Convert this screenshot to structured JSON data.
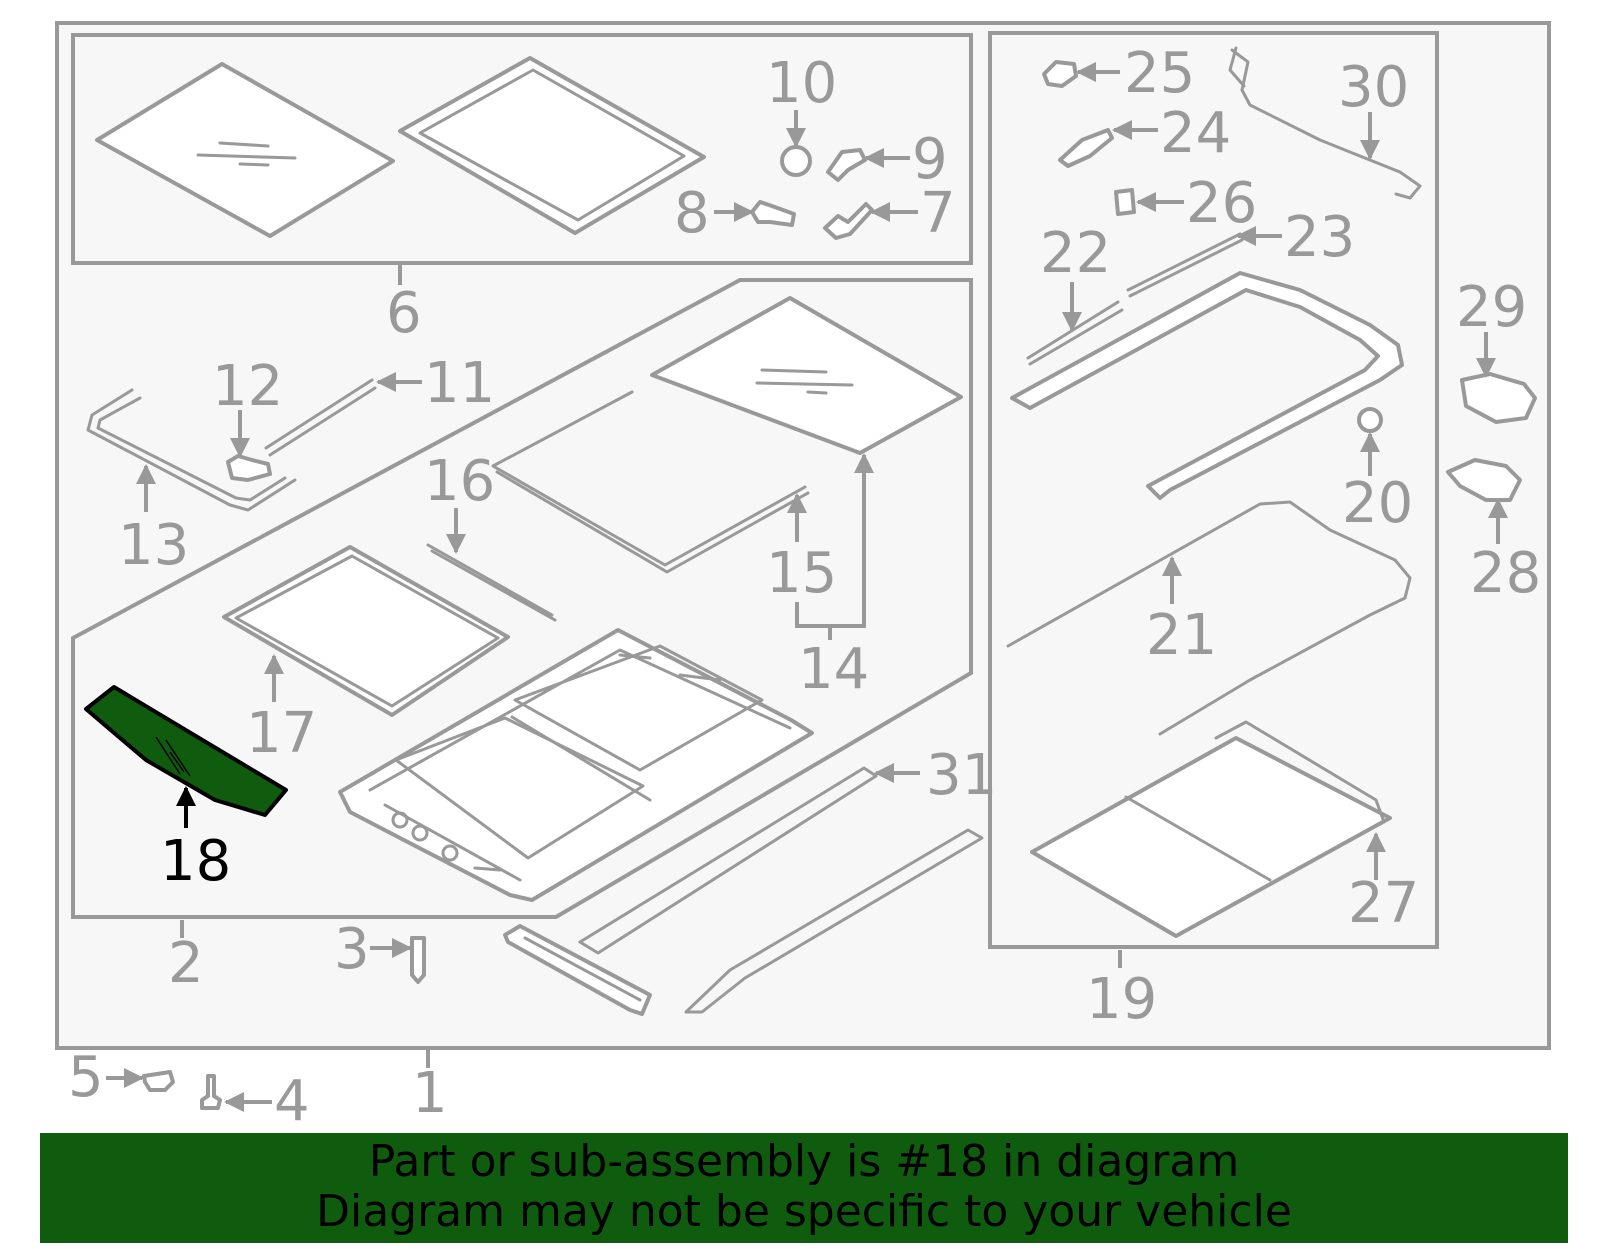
{
  "diagram": {
    "highlight_part": "18",
    "highlight_color": "#0f5c0f",
    "line_color": "#999999",
    "callouts": [
      "1",
      "2",
      "3",
      "4",
      "5",
      "6",
      "7",
      "8",
      "9",
      "10",
      "11",
      "12",
      "13",
      "14",
      "15",
      "16",
      "17",
      "18",
      "19",
      "20",
      "21",
      "22",
      "23",
      "24",
      "25",
      "26",
      "27",
      "28",
      "29",
      "30",
      "31"
    ]
  },
  "banner": {
    "line1": "Part or sub-assembly is #18 in diagram",
    "line2": "Diagram may not be specific to your vehicle",
    "background": "#0f5c0f"
  }
}
